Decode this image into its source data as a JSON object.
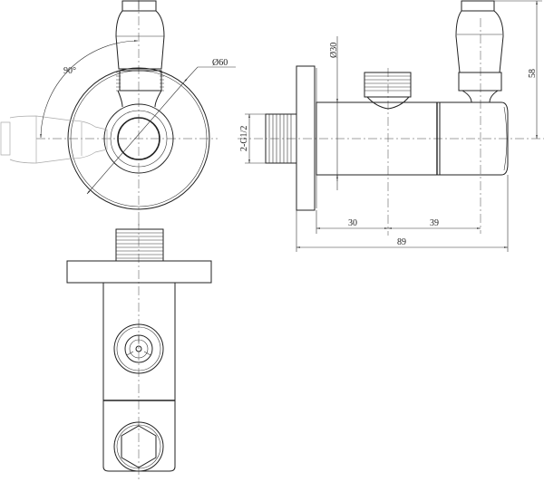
{
  "drawing": {
    "labels": {
      "angle": "90°",
      "flange_diameter": "Ø60",
      "body_diameter": "Ø30",
      "thread": "2-G1/2",
      "dim_flange_to_outlet": "30",
      "dim_outlet_to_handle": "39",
      "dim_overall_length": "89",
      "dim_height": "58"
    }
  }
}
